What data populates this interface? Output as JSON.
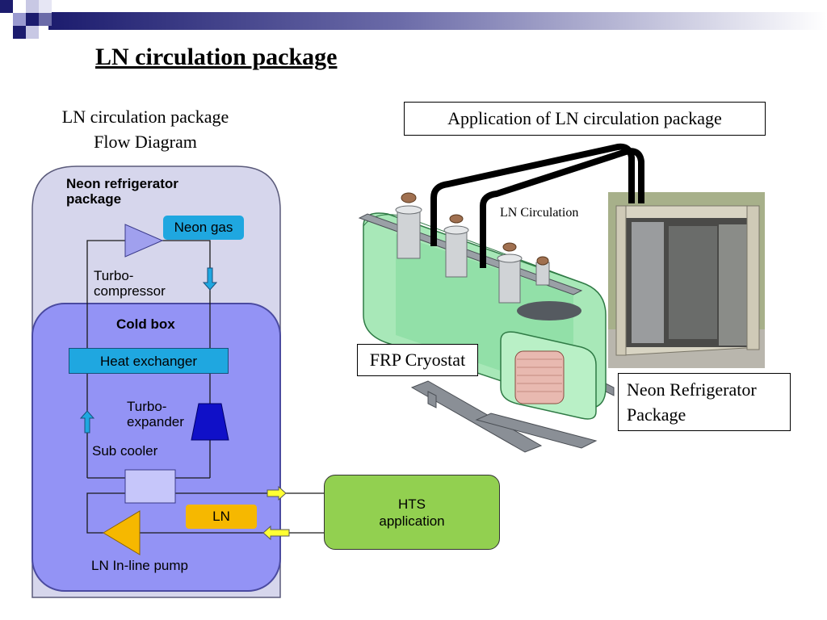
{
  "slide": {
    "title": "LN circulation package"
  },
  "flow_diagram": {
    "title_line1": "LN circulation package",
    "title_line2": "Flow Diagram",
    "neon_package_title_line1": "Neon refrigerator",
    "neon_package_title_line2": "package",
    "neon_gas": "Neon gas",
    "turbo_compressor_line1": "Turbo-",
    "turbo_compressor_line2": "compressor",
    "cold_box": "Cold box",
    "heat_exchanger": "Heat exchanger",
    "turbo_expander_line1": "Turbo-",
    "turbo_expander_line2": "expander",
    "sub_cooler": "Sub cooler",
    "ln": "LN",
    "ln_pump": "LN In-line pump",
    "hts_application": "HTS\napplication"
  },
  "application": {
    "title": "Application of LN circulation package",
    "ln_circulation": "LN Circulation",
    "frp_cryostat": "FRP Cryostat",
    "neon_refrigerator_package_line1": "Neon Refrigerator",
    "neon_refrigerator_package_line2": "Package"
  },
  "colors": {
    "neon_package_fill": "#d6d6ec",
    "cold_box_fill": "#9393f5",
    "accent_blue": "#1fa7e0",
    "ln_orange": "#f6b800",
    "hts_green": "#92d050",
    "cryostat_green": "#a8e8b8"
  }
}
